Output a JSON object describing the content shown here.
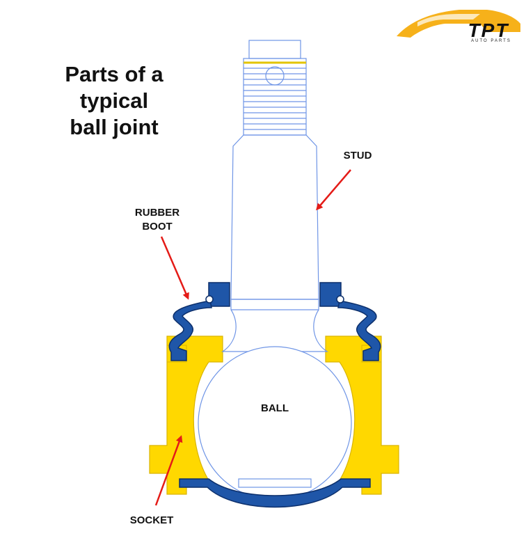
{
  "title": "Parts of a\ntypical\nball joint",
  "labels": {
    "stud": "STUD",
    "rubber_boot": "RUBBER\nBOOT",
    "ball": "BALL",
    "socket": "SOCKET"
  },
  "logo": {
    "text": "TPT",
    "subtext": "AUTO PARTS"
  },
  "colors": {
    "stud_outline": "#6f95e6",
    "socket_fill": "#ffd800",
    "boot_fill": "#1f56a8",
    "boot_outline": "#0c2f6b",
    "arrow": "#e41b17",
    "logo_yellow": "#f6b11a",
    "logo_black": "#111111"
  }
}
